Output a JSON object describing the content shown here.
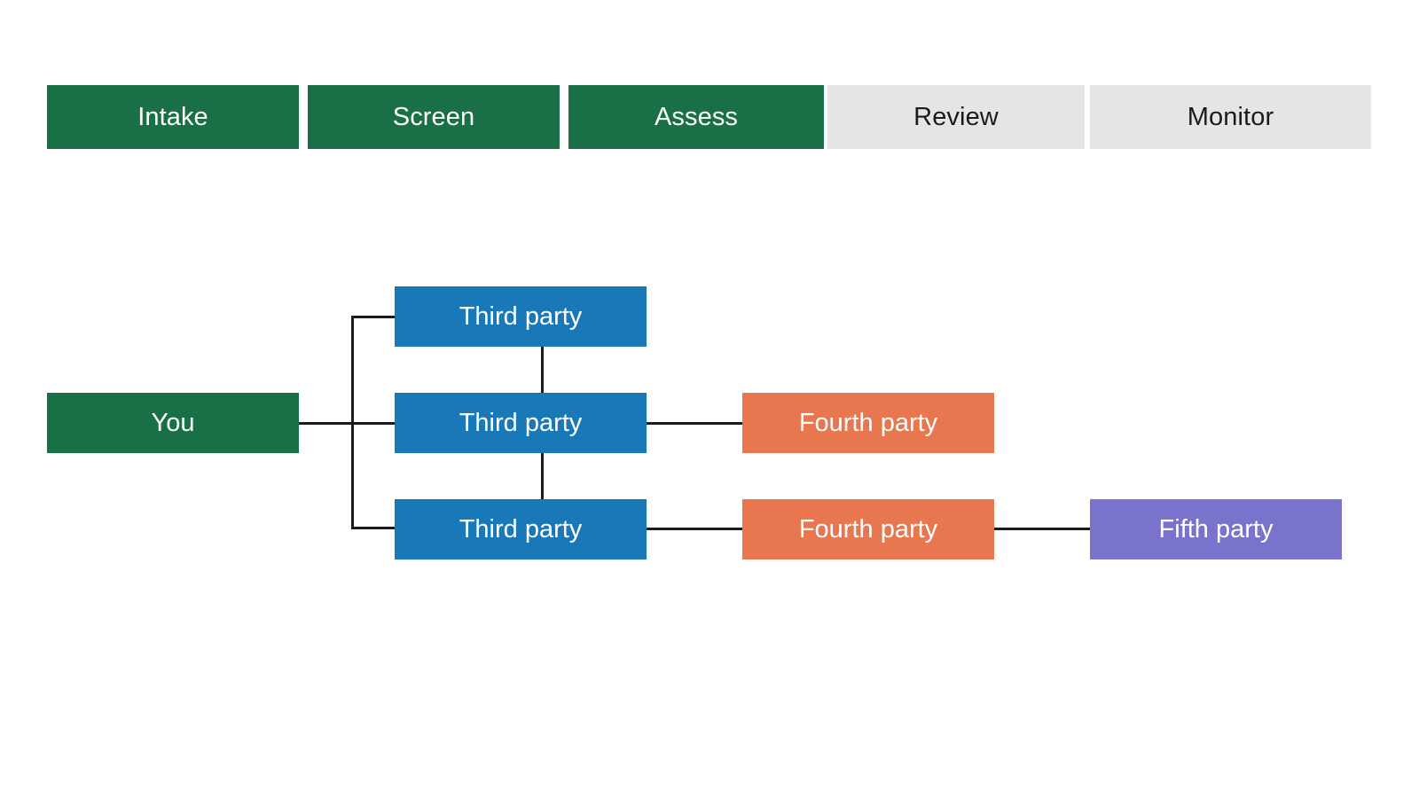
{
  "stage_bar": {
    "name": "lifecycle-stage-bar",
    "stages": [
      {
        "label": "Intake",
        "state": "done",
        "color": "#1a7046",
        "text_color": "#ffffff"
      },
      {
        "label": "Screen",
        "state": "done",
        "color": "#1a7046",
        "text_color": "#ffffff"
      },
      {
        "label": "Assess",
        "state": "done",
        "color": "#1a7046",
        "text_color": "#ffffff"
      },
      {
        "label": "Review",
        "state": "pending",
        "color": "#e5e5e5",
        "text_color": "#1b1b1b"
      },
      {
        "label": "Monitor",
        "state": "pending",
        "color": "#e5e5e5",
        "text_color": "#1b1b1b"
      }
    ]
  },
  "supply_chain": {
    "name": "nth-party-supply-chain",
    "colors": {
      "you": "#1a7046",
      "third_party": "#1979b8",
      "fourth_party": "#e8764f",
      "fifth_party": "#7a73cc",
      "connector": "#1b1b1b",
      "background": "#ffffff"
    },
    "nodes": {
      "root": {
        "label": "You",
        "tier": "you"
      },
      "third_top": {
        "label": "Third party",
        "tier": "third"
      },
      "third_mid": {
        "label": "Third party",
        "tier": "third"
      },
      "third_bottom": {
        "label": "Third party",
        "tier": "third"
      },
      "fourth_mid": {
        "label": "Fourth party",
        "tier": "fourth"
      },
      "fourth_bottom": {
        "label": "Fourth party",
        "tier": "fourth"
      },
      "fifth_bottom": {
        "label": "Fifth party",
        "tier": "fifth"
      }
    }
  }
}
